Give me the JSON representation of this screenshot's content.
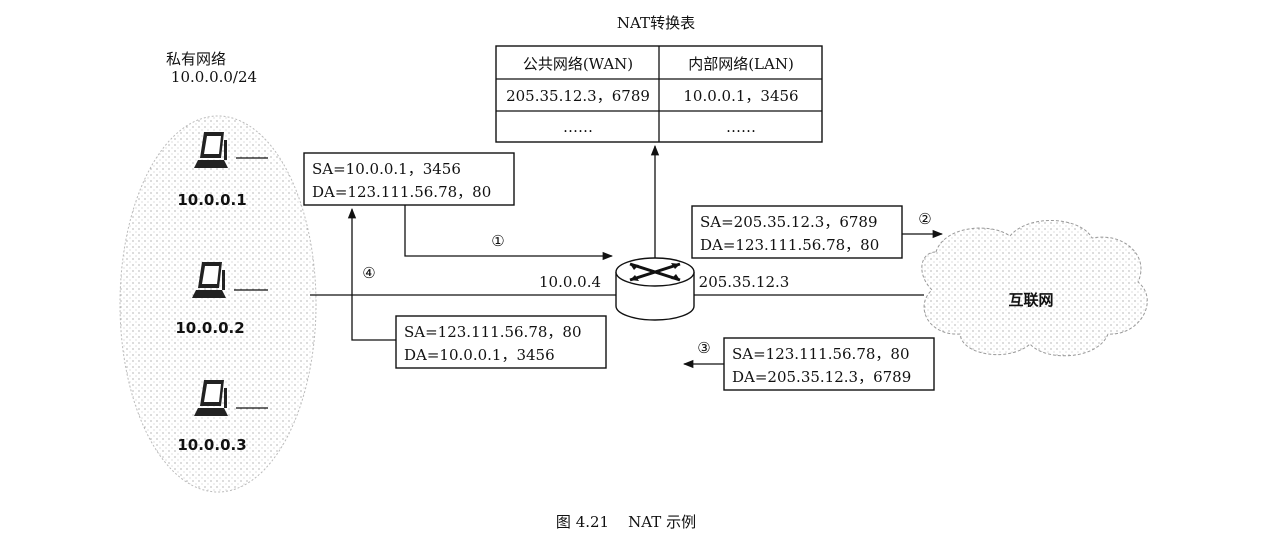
{
  "nat_table": {
    "title": "NAT转换表",
    "headers": [
      "公共网络(WAN)",
      "内部网络(LAN)"
    ],
    "rows": [
      [
        "205.35.12.3，6789",
        "10.0.0.1，3456"
      ],
      [
        "……",
        "……"
      ]
    ]
  },
  "private_network": {
    "title": "私有网络",
    "subnet": "10.0.0.0/24",
    "hosts": [
      "10.0.0.1",
      "10.0.0.2",
      "10.0.0.3"
    ]
  },
  "router": {
    "lan_ip": "10.0.0.4",
    "wan_ip": "205.35.12.3"
  },
  "internet": {
    "label": "互联网"
  },
  "packets": [
    {
      "step": "①",
      "sa": "SA=10.0.0.1，3456",
      "da": "DA=123.111.56.78，80"
    },
    {
      "step": "②",
      "sa": "SA=205.35.12.3，6789",
      "da": "DA=123.111.56.78，80"
    },
    {
      "step": "③",
      "sa": "SA=123.111.56.78，80",
      "da": "DA=205.35.12.3，6789"
    },
    {
      "step": "④",
      "sa": "SA=123.111.56.78，80",
      "da": "DA=10.0.0.1，3456"
    }
  ],
  "caption": "图 4.21    NAT 示例"
}
